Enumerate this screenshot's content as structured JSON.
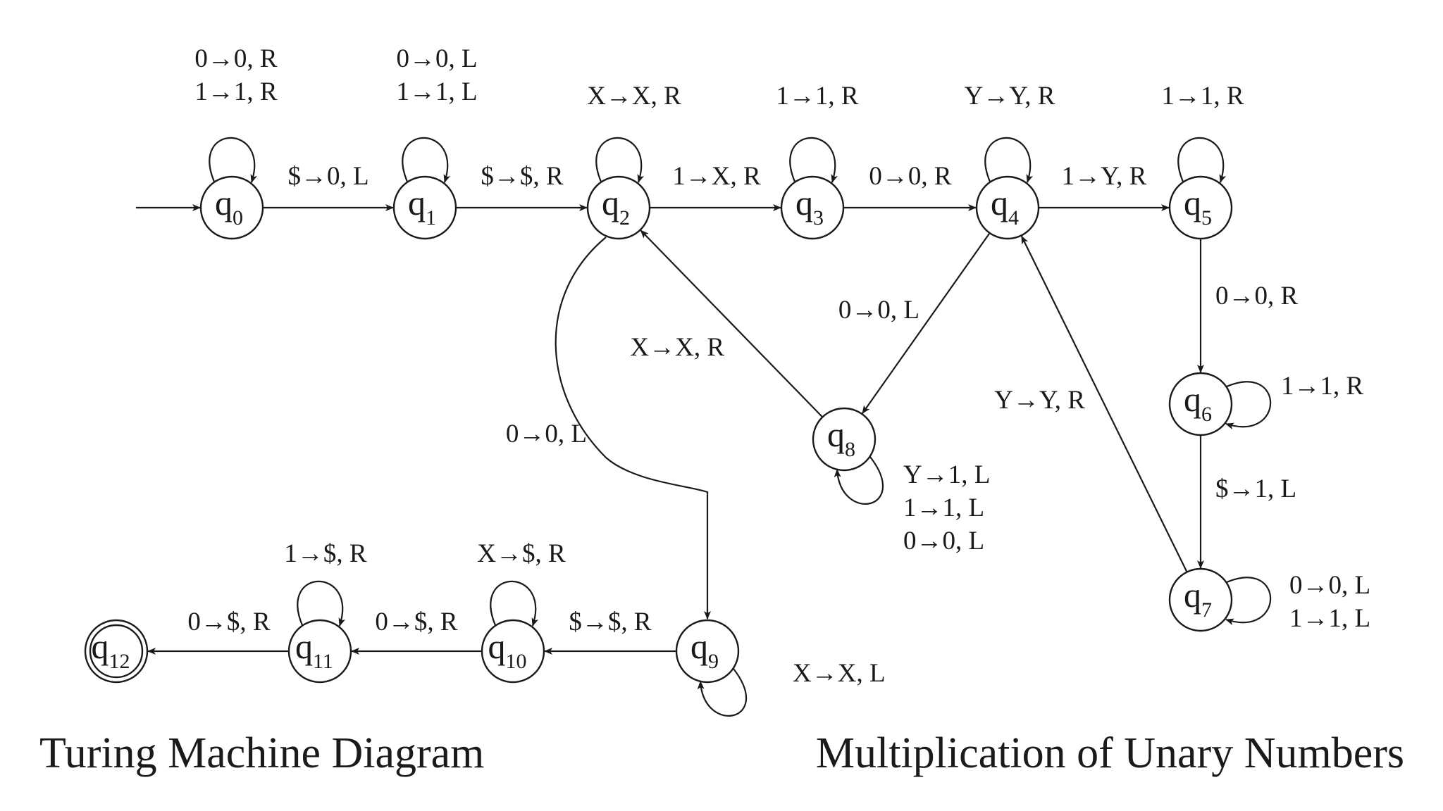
{
  "caption_left": "Turing Machine Diagram",
  "caption_right": "Multiplication of Unary Numbers",
  "states": [
    {
      "id": "q0",
      "name": "q",
      "sub": "0",
      "start": true,
      "accept": false
    },
    {
      "id": "q1",
      "name": "q",
      "sub": "1",
      "start": false,
      "accept": false
    },
    {
      "id": "q2",
      "name": "q",
      "sub": "2",
      "start": false,
      "accept": false
    },
    {
      "id": "q3",
      "name": "q",
      "sub": "3",
      "start": false,
      "accept": false
    },
    {
      "id": "q4",
      "name": "q",
      "sub": "4",
      "start": false,
      "accept": false
    },
    {
      "id": "q5",
      "name": "q",
      "sub": "5",
      "start": false,
      "accept": false
    },
    {
      "id": "q6",
      "name": "q",
      "sub": "6",
      "start": false,
      "accept": false
    },
    {
      "id": "q7",
      "name": "q",
      "sub": "7",
      "start": false,
      "accept": false
    },
    {
      "id": "q8",
      "name": "q",
      "sub": "8",
      "start": false,
      "accept": false
    },
    {
      "id": "q9",
      "name": "q",
      "sub": "9",
      "start": false,
      "accept": false
    },
    {
      "id": "q10",
      "name": "q",
      "sub": "10",
      "start": false,
      "accept": false
    },
    {
      "id": "q11",
      "name": "q",
      "sub": "11",
      "start": false,
      "accept": false
    },
    {
      "id": "q12",
      "name": "q",
      "sub": "12",
      "start": false,
      "accept": true
    }
  ],
  "transitions": [
    {
      "from": "q0",
      "to": "q0",
      "labels": [
        "0→0, R",
        "1→1, R"
      ]
    },
    {
      "from": "q0",
      "to": "q1",
      "labels": [
        "$→0, L"
      ]
    },
    {
      "from": "q1",
      "to": "q1",
      "labels": [
        "0→0, L",
        "1→1, L"
      ]
    },
    {
      "from": "q1",
      "to": "q2",
      "labels": [
        "$→$, R"
      ]
    },
    {
      "from": "q2",
      "to": "q2",
      "labels": [
        "X→X, R"
      ]
    },
    {
      "from": "q2",
      "to": "q3",
      "labels": [
        "1→X, R"
      ]
    },
    {
      "from": "q3",
      "to": "q3",
      "labels": [
        "1→1, R"
      ]
    },
    {
      "from": "q3",
      "to": "q4",
      "labels": [
        "0→0, R"
      ]
    },
    {
      "from": "q4",
      "to": "q4",
      "labels": [
        "Y→Y, R"
      ]
    },
    {
      "from": "q4",
      "to": "q5",
      "labels": [
        "1→Y, R"
      ]
    },
    {
      "from": "q5",
      "to": "q5",
      "labels": [
        "1→1, R"
      ]
    },
    {
      "from": "q5",
      "to": "q6",
      "labels": [
        "0→0, R"
      ]
    },
    {
      "from": "q6",
      "to": "q6",
      "labels": [
        "1→1, R"
      ]
    },
    {
      "from": "q6",
      "to": "q7",
      "labels": [
        "$→1, L"
      ]
    },
    {
      "from": "q7",
      "to": "q7",
      "labels": [
        "0→0, L",
        "1→1, L"
      ]
    },
    {
      "from": "q7",
      "to": "q4",
      "labels": [
        "Y→Y, R"
      ]
    },
    {
      "from": "q4",
      "to": "q8",
      "labels": [
        "0→0, L"
      ]
    },
    {
      "from": "q8",
      "to": "q8",
      "labels": [
        "Y→1, L",
        "1→1, L",
        "0→0, L"
      ]
    },
    {
      "from": "q8",
      "to": "q2",
      "labels": [
        "X→X, R"
      ]
    },
    {
      "from": "q2",
      "to": "q9",
      "labels": [
        "0→0, L"
      ]
    },
    {
      "from": "q9",
      "to": "q9",
      "labels": [
        "X→X, L"
      ]
    },
    {
      "from": "q9",
      "to": "q10",
      "labels": [
        "$→$, R"
      ]
    },
    {
      "from": "q10",
      "to": "q10",
      "labels": [
        "X→$, R"
      ]
    },
    {
      "from": "q10",
      "to": "q11",
      "labels": [
        "0→$, R"
      ]
    },
    {
      "from": "q11",
      "to": "q11",
      "labels": [
        "1→$, R"
      ]
    },
    {
      "from": "q11",
      "to": "q12",
      "labels": [
        "0→$, R"
      ]
    }
  ]
}
